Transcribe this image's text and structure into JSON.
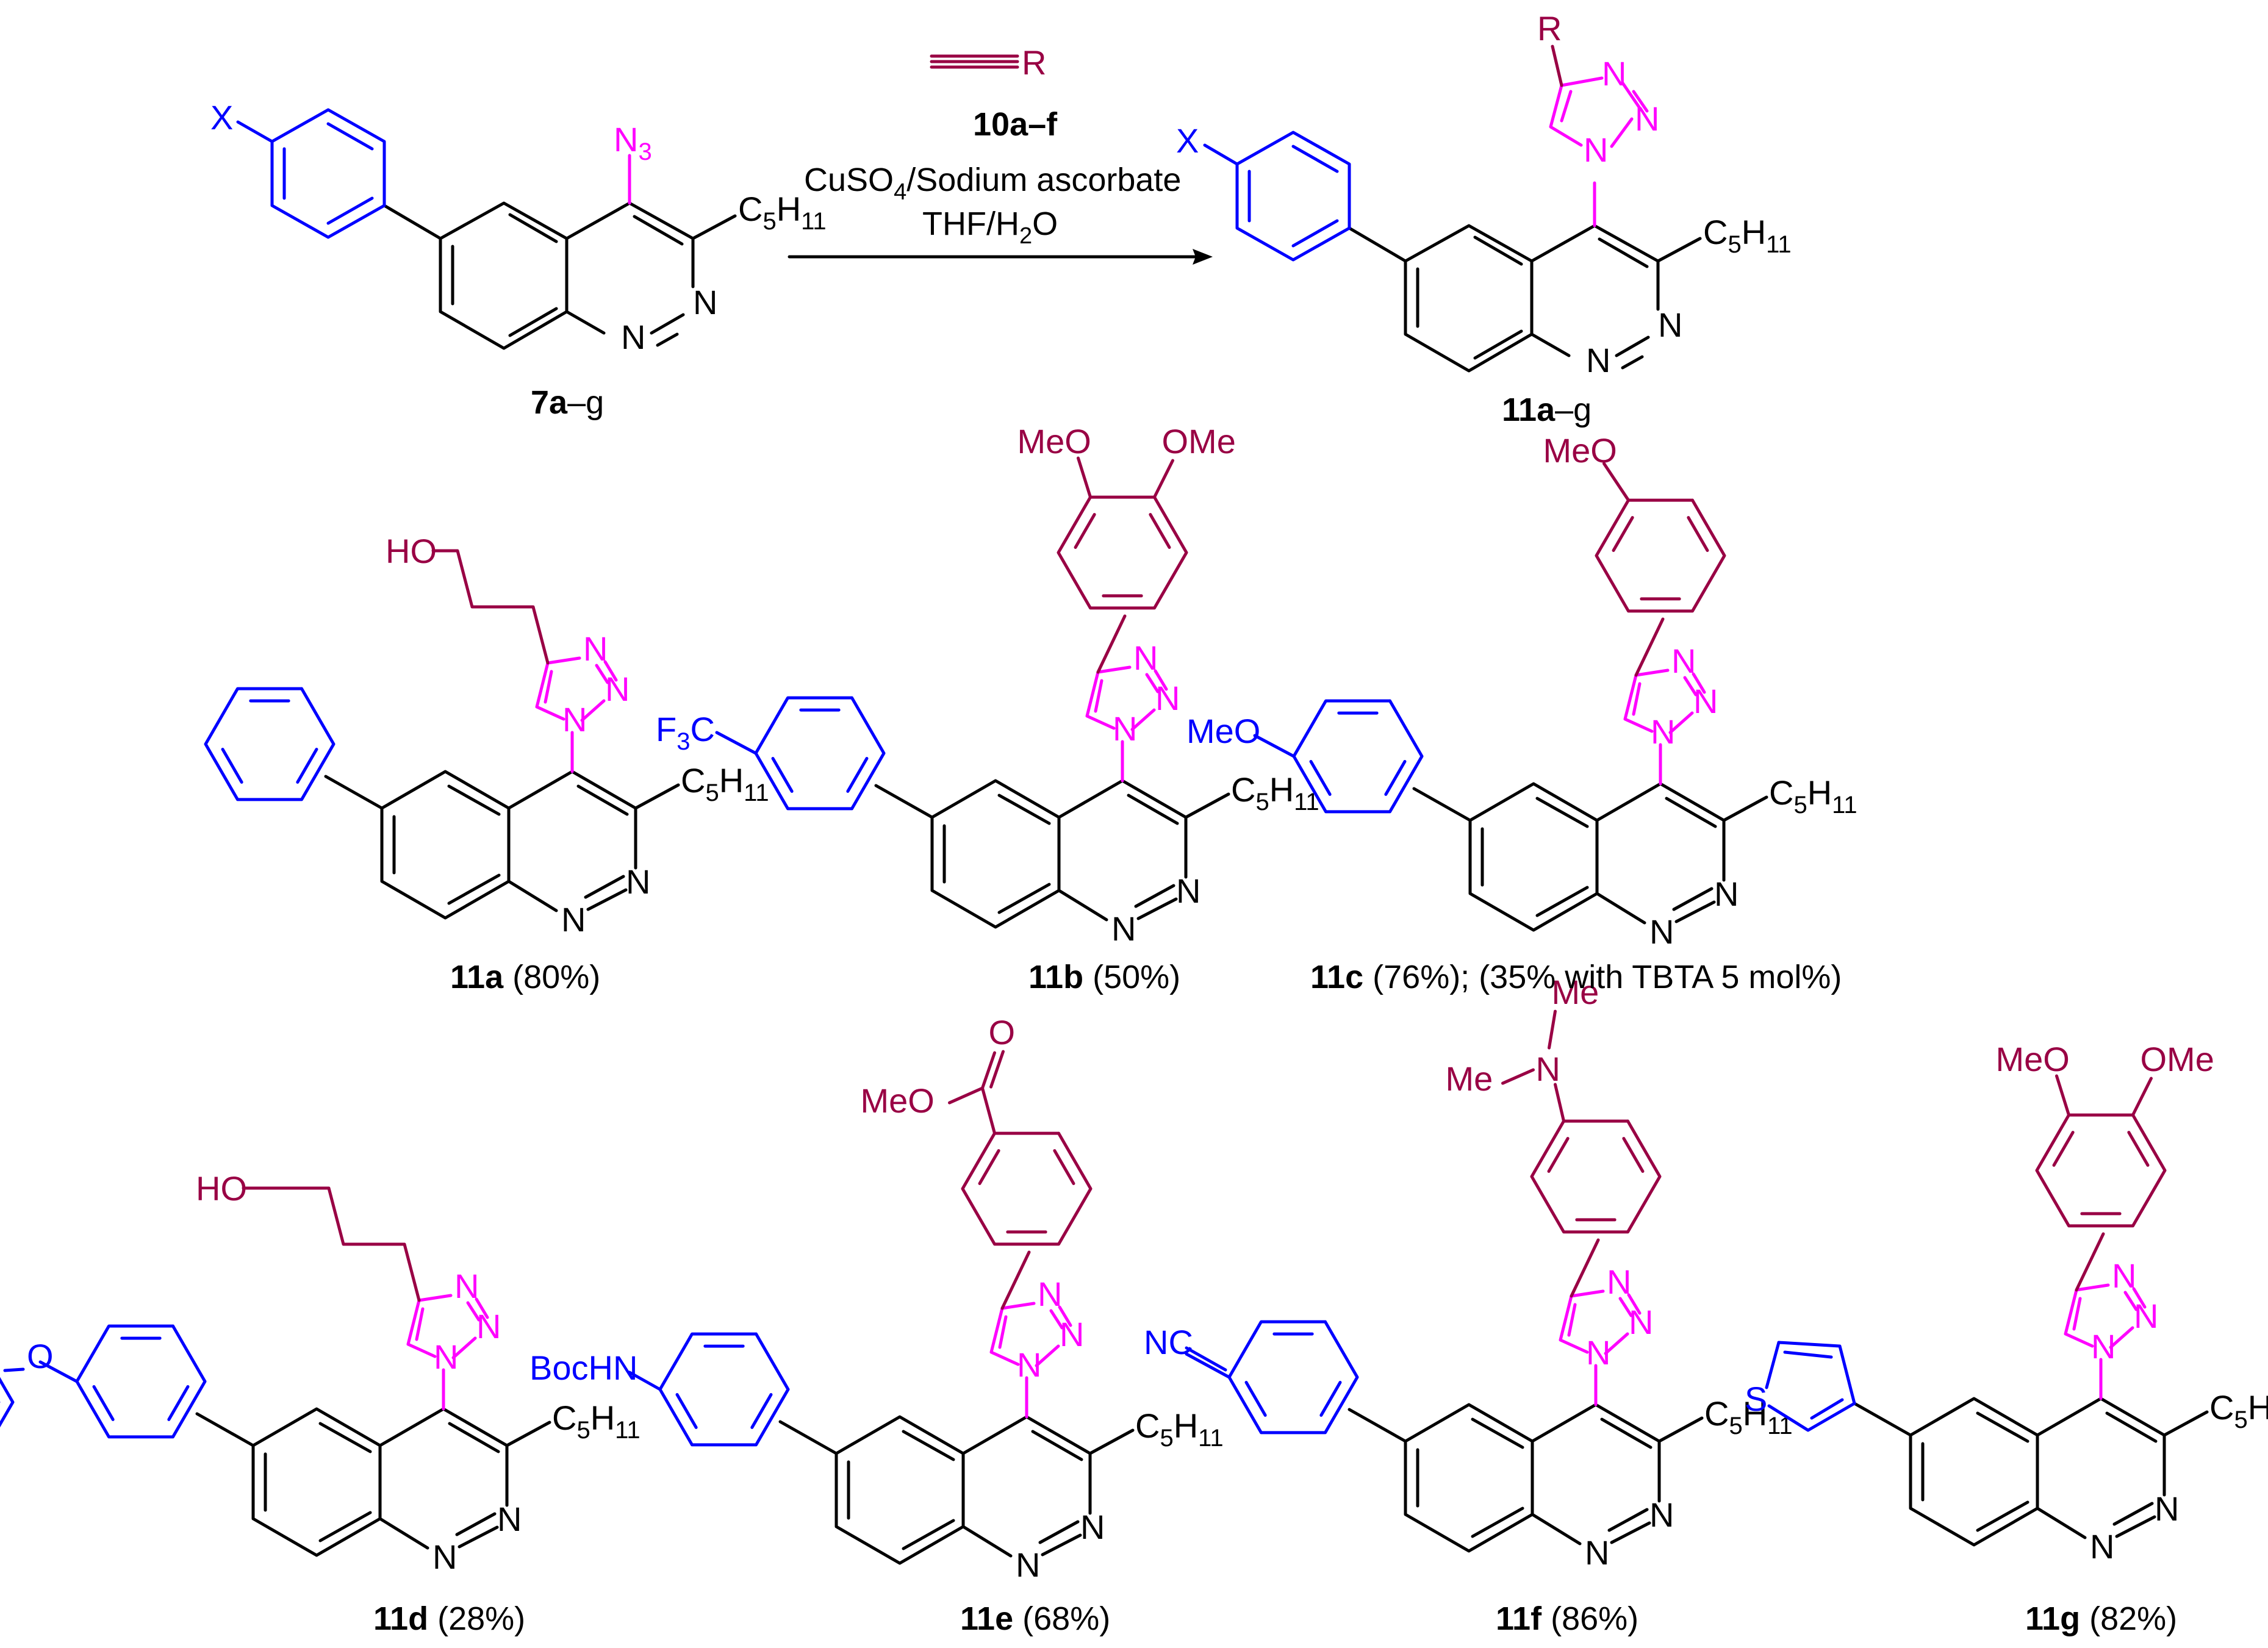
{
  "colors": {
    "core": "#000000",
    "aryl": "#0000ff",
    "substituent": "#990044",
    "triazole": "#ff00ff"
  },
  "atoms": {
    "N": "N",
    "N3": "N",
    "N3_sub": "3",
    "C5H11_C": "C",
    "C5H11_5": "5",
    "C5H11_H": "H",
    "C5H11_11": "11",
    "X": "X",
    "R": "R",
    "S": "S"
  },
  "reaction": {
    "alkyne_R": "R",
    "reagent_label_bold": "10a",
    "reagent_label_rest": "–f",
    "conditions_line1": "CuSO",
    "conditions_line1_sub": "4",
    "conditions_line1_end": "/Sodium ascorbate",
    "conditions_line2_a": "THF/H",
    "conditions_line2_sub": "2",
    "conditions_line2_end": "O",
    "start_label_bold": "7a",
    "start_label_rest": "–g",
    "product_label_bold": "11a",
    "product_label_rest": "–g"
  },
  "substituents": {
    "HO": "HO",
    "MeO": "MeO",
    "OMe": "OMe",
    "F3C_F": "F",
    "F3C_3": "3",
    "F3C_C": "C",
    "O": "O",
    "BocHN": "BocHN",
    "NC": "NC",
    "Me": "Me",
    "N": "N"
  },
  "compounds": [
    {
      "id": "11a",
      "yield": "(80%)"
    },
    {
      "id": "11b",
      "yield": "(50%)"
    },
    {
      "id": "11c",
      "yield": "(76%); (35% with TBTA 5 mol%)"
    },
    {
      "id": "11d",
      "yield": "(28%)"
    },
    {
      "id": "11e",
      "yield": "(68%)"
    },
    {
      "id": "11f",
      "yield": "(86%)"
    },
    {
      "id": "11g",
      "yield": "(82%)"
    }
  ]
}
